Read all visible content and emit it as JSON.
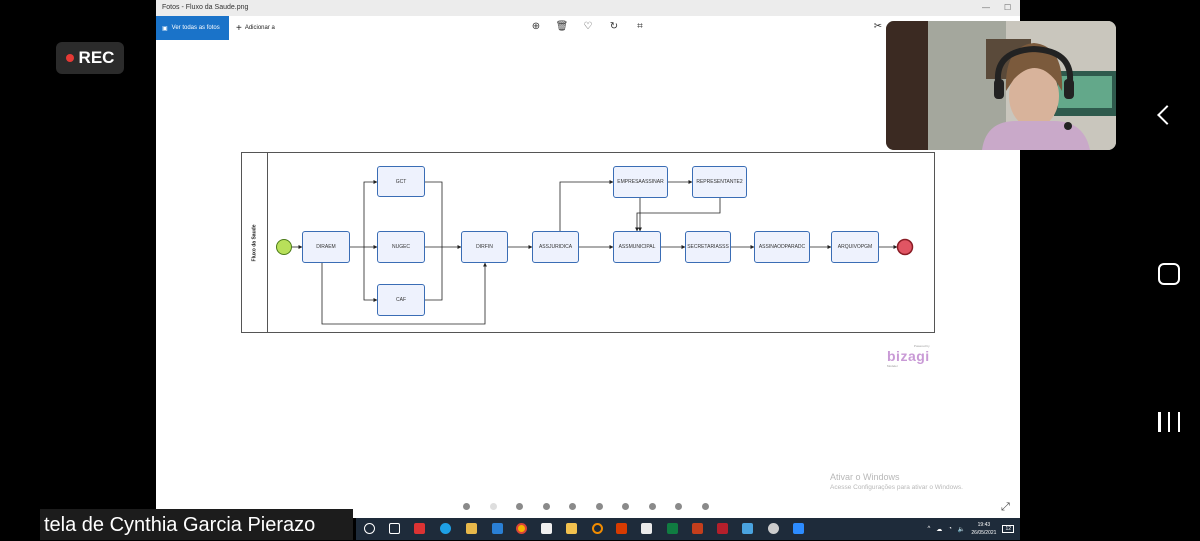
{
  "recording": {
    "label": "REC"
  },
  "window": {
    "title": "Fotos - Fluxo da Saude.png",
    "toolbar": {
      "view_all_label": "Ver todas as fotos",
      "add_label": "Adicionar a"
    }
  },
  "diagram": {
    "lane_label": "Fluxo da Saude",
    "tasks": {
      "diraem": "DIRAEM",
      "gct": "GCT",
      "nugec": "NUGEC",
      "caf": "CAF",
      "dirfin": "DIRFIN",
      "assjuridica": "ASSJURIDICA",
      "empresaassinar": "EMPRESAASSINAR",
      "representante2": "REPRESENTANTE2",
      "assmunicipal": "ASSMUNICIPAL",
      "secretariasss": "SECRETARIASSS",
      "assinaodparadc": "ASSINAODPARADC",
      "arquivopgm": "ARQUIVOPGM"
    },
    "colors": {
      "start": "#b8e05a",
      "end": "#e05563",
      "task_border": "#3a6db5",
      "task_fill": "#eef2fd"
    }
  },
  "branding": {
    "powered_by": "Powered by",
    "logo": "bizagi",
    "modeler": "Modeler"
  },
  "windows_activation": {
    "title": "Ativar o Windows",
    "subtitle": "Acesse Configurações para ativar o Windows."
  },
  "pager": {
    "count": 10,
    "active_index": 1
  },
  "taskbar": {
    "time": "19:43",
    "date": "26/05/2021",
    "tray_badge": "12"
  },
  "screen_share_caption": "tela de Cynthia Garcia Pierazo",
  "android_nav": {
    "back": "back-icon",
    "home": "home-icon",
    "recents": "recents-icon"
  }
}
